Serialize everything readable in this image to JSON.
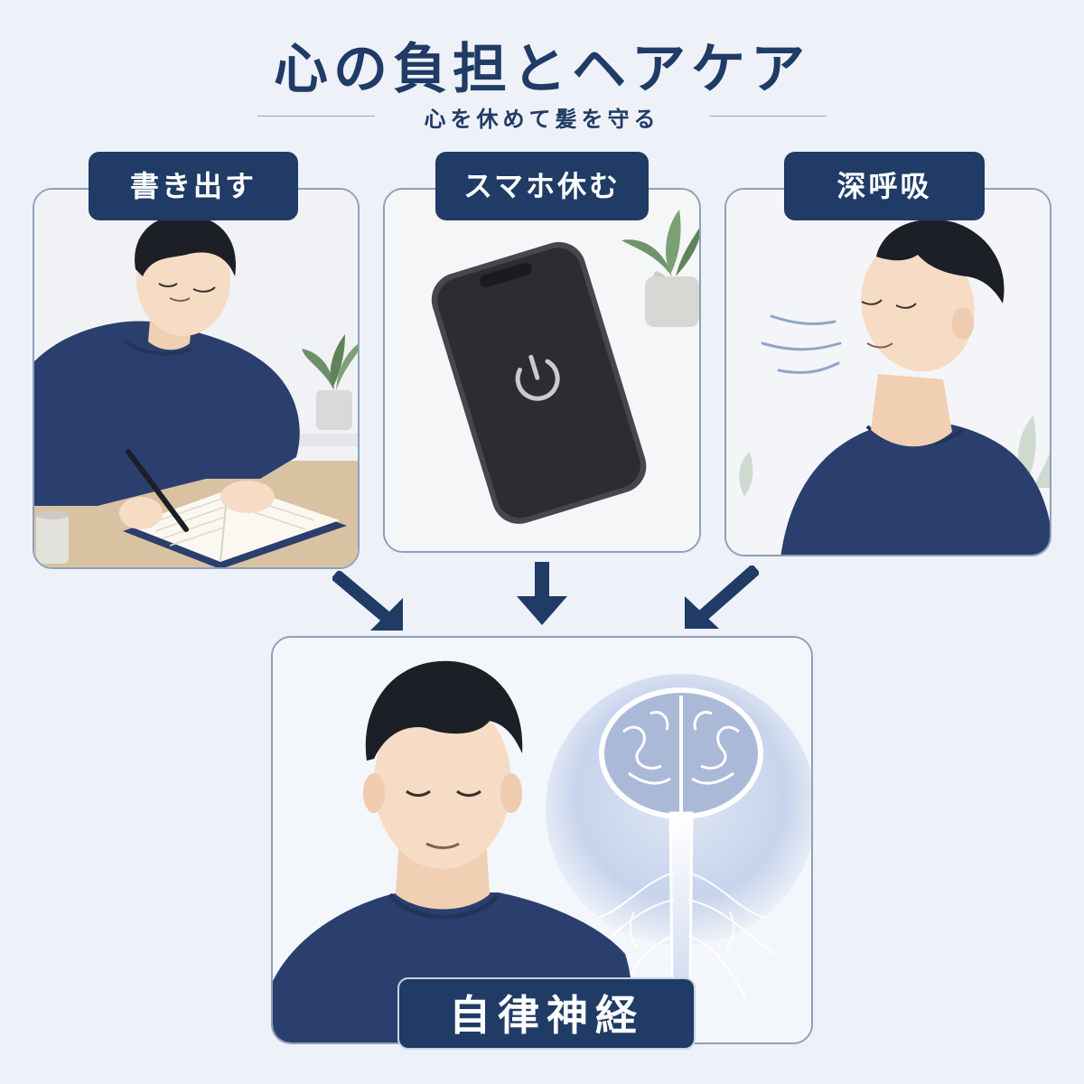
{
  "title": "心の負担とヘアケア",
  "subtitle": "心を休めて髪を守る",
  "panels": [
    {
      "label": "書き出す",
      "scene": "man-writing-in-notebook"
    },
    {
      "label": "スマホ休む",
      "scene": "smartphone-powered-off"
    },
    {
      "label": "深呼吸",
      "scene": "man-breathing-deeply"
    }
  ],
  "result": {
    "label": "自律神経",
    "scene": "man-relaxed-with-nervous-system"
  },
  "colors": {
    "navy": "#1f3b66",
    "panel_border": "#8ea0ba",
    "background": "#eef1f7",
    "shirt": "#2b3f6e",
    "skin": "#f6dcc4",
    "hair": "#1c1f26",
    "glow": "#b9c9e6"
  }
}
